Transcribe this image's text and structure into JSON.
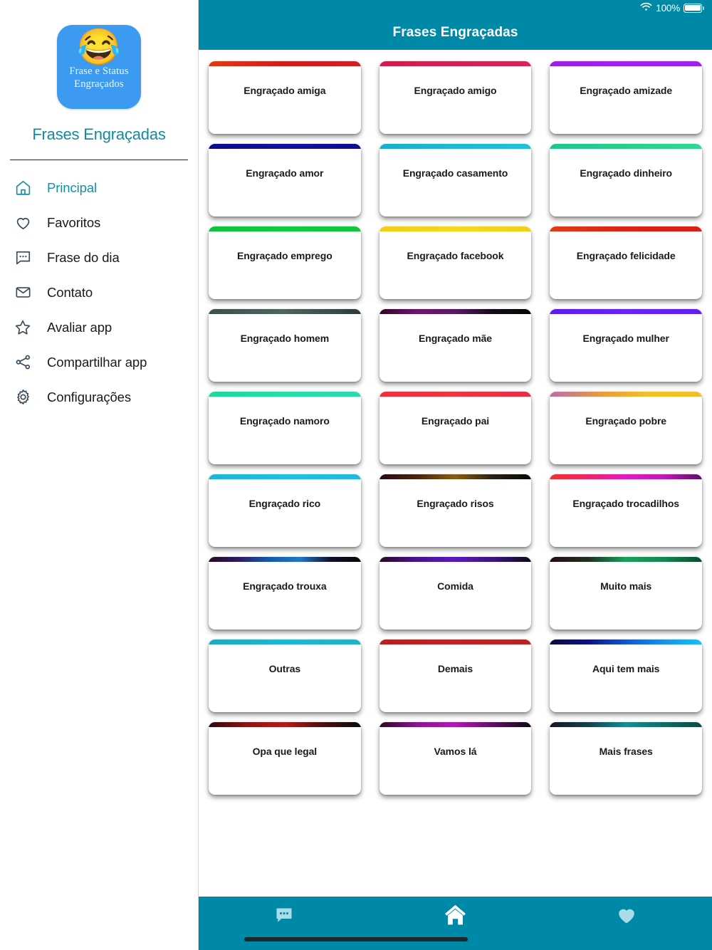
{
  "app": {
    "logo_emoji": "😂",
    "logo_line1": "Frase e Status",
    "logo_line2": "Engraçados",
    "name": "Frases Engraçadas",
    "accent_color": "#0089a6",
    "logo_bg": "#3C9BF0"
  },
  "statusbar": {
    "wifi_icon": "wifi-icon",
    "battery_percent": "100%",
    "battery_icon": "battery-full-icon"
  },
  "header": {
    "title": "Frases Engraçadas"
  },
  "sidebar": {
    "items": [
      {
        "label": "Principal",
        "icon": "home-icon",
        "active": true
      },
      {
        "label": "Favoritos",
        "icon": "heart-icon",
        "active": false
      },
      {
        "label": "Frase do dia",
        "icon": "chat-icon",
        "active": false
      },
      {
        "label": "Contato",
        "icon": "mail-icon",
        "active": false
      },
      {
        "label": "Avaliar app",
        "icon": "star-icon",
        "active": false
      },
      {
        "label": "Compartilhar app",
        "icon": "share-icon",
        "active": false
      },
      {
        "label": "Configurações",
        "icon": "gear-icon",
        "active": false
      }
    ]
  },
  "grid": {
    "cards": [
      {
        "label": "Engraçado amiga",
        "accent": "linear-gradient(90deg,#e03a16,#d21b1b,#cf2020)"
      },
      {
        "label": "Engraçado amigo",
        "accent": "linear-gradient(90deg,#d31b4e,#cf2254,#d4255c)"
      },
      {
        "label": "Engraçado amizade",
        "accent": "linear-gradient(90deg,#9b1fe0,#a41ff0,#9c22ea)"
      },
      {
        "label": "Engraçado amor",
        "accent": "linear-gradient(90deg,#0b0b8a,#11119e,#0d0d8f)"
      },
      {
        "label": "Engraçado casamento",
        "accent": "linear-gradient(90deg,#1aaecb,#1fb9d4,#22c0d8)"
      },
      {
        "label": "Engraçado dinheiro",
        "accent": "linear-gradient(90deg,#1fc48f,#27cf8e,#30d694)"
      },
      {
        "label": "Engraçado emprego",
        "accent": "linear-gradient(90deg,#0dc23a,#10cd3e,#0ec63b)"
      },
      {
        "label": "Engraçado facebook",
        "accent": "linear-gradient(90deg,#f1cd16,#f5d820,#efd018)"
      },
      {
        "label": "Engraçado felicidade",
        "accent": "linear-gradient(90deg,#e23a18,#d92211,#d81f16)"
      },
      {
        "label": "Engraçado homem",
        "accent": "linear-gradient(90deg,#3c4f4c,#4e6560,#2f3a3c)"
      },
      {
        "label": "Engraçado mãe",
        "accent": "linear-gradient(90deg,#2a0822,#6f1470,#551a64,#120a18,#070707)"
      },
      {
        "label": "Engraçado mulher",
        "accent": "linear-gradient(90deg,#5b1df0,#6a22f8,#5e20f2)"
      },
      {
        "label": "Engraçado namoro",
        "accent": "linear-gradient(90deg,#1fd79b,#25dfa6,#2ad9b0)"
      },
      {
        "label": "Engraçado pai",
        "accent": "linear-gradient(90deg,#ef2f3c,#f2343f,#e82c46)"
      },
      {
        "label": "Engraçado pobre",
        "accent": "linear-gradient(90deg,#b86fae,#e89a3e,#f3c326,#efbe2a)"
      },
      {
        "label": "Engraçado rico",
        "accent": "linear-gradient(90deg,#1fb4d4,#1fbfe2,#22b9dc)"
      },
      {
        "label": "Engraçado risos",
        "accent": "linear-gradient(90deg,#280a12,#4a2410,#8a5c16,#2a1e12,#090909)"
      },
      {
        "label": "Engraçado trocadilhos",
        "accent": "linear-gradient(90deg,#f23030,#ef2466,#e21ac0,#c018b8,#5a1060)"
      },
      {
        "label": "Engraçado trouxa",
        "accent": "linear-gradient(90deg,#2a0a1c,#2a1c66,#1558b0,#1f77c8,#120d2c,#070707)"
      },
      {
        "label": "Comida",
        "accent": "linear-gradient(90deg,#280a26,#4a1090,#5a17c0,#3a1480,#0d0a18)"
      },
      {
        "label": "Muito mais",
        "accent": "linear-gradient(90deg,#2a0a12,#1c3020,#18a05c,#12884e,#0d4a2e)"
      },
      {
        "label": "Outras",
        "accent": "linear-gradient(90deg,#1fa8c4,#1fb6d2,#22b0cc)"
      },
      {
        "label": "Demais",
        "accent": "linear-gradient(90deg,#b52020,#c02424,#b62424)"
      },
      {
        "label": "Aqui tem mais",
        "accent": "linear-gradient(90deg,#0a0a3c,#101080,#1456c8,#1a90e8,#18c0f0)"
      },
      {
        "label": "Opa que legal",
        "accent": "linear-gradient(90deg,#2c0a10,#8c1414,#b41a1a,#4a1010,#090909)"
      },
      {
        "label": "Vamos lá",
        "accent": "linear-gradient(90deg,#2a0a24,#8c1490,#b01ab4,#5c1060,#0d0a12)"
      },
      {
        "label": "Mais frases",
        "accent": "linear-gradient(90deg,#1a1428,#14404c,#188c94,#126a68,#0e4a44)"
      }
    ]
  },
  "bottomnav": {
    "items": [
      {
        "icon": "chat-bubble-icon",
        "name": "frase-do-dia",
        "active": false
      },
      {
        "icon": "home-icon",
        "name": "principal",
        "active": true
      },
      {
        "icon": "heart-icon",
        "name": "favoritos",
        "active": false
      }
    ]
  }
}
